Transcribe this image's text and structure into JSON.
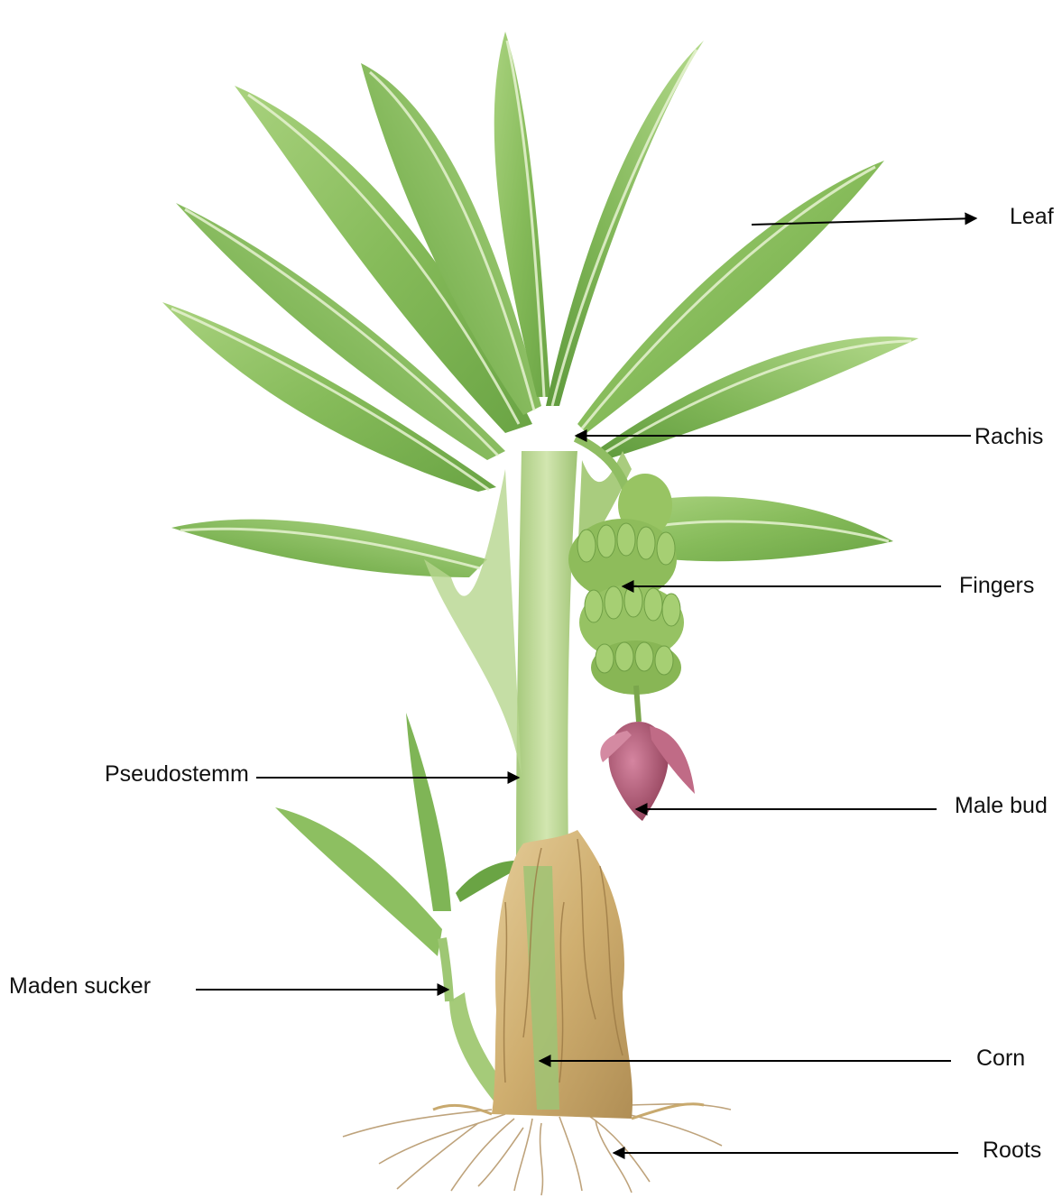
{
  "labels": {
    "leaf": "Leaf",
    "rachis": "Rachis",
    "fingers": "Fingers",
    "pseudostem": "Pseudostemm",
    "male_bud": "Male bud",
    "maden_sucker": "Maden sucker",
    "corn": "Corn",
    "roots": "Roots"
  },
  "colors": {
    "leaf_light": "#a9d27e",
    "leaf_mid": "#86bb5a",
    "leaf_dark": "#5f9a3d",
    "stem": "#c8dfa3",
    "corm": "#d6b97e",
    "bud": "#b25a72",
    "roots": "#b89a6e",
    "arrow": "#000000"
  }
}
